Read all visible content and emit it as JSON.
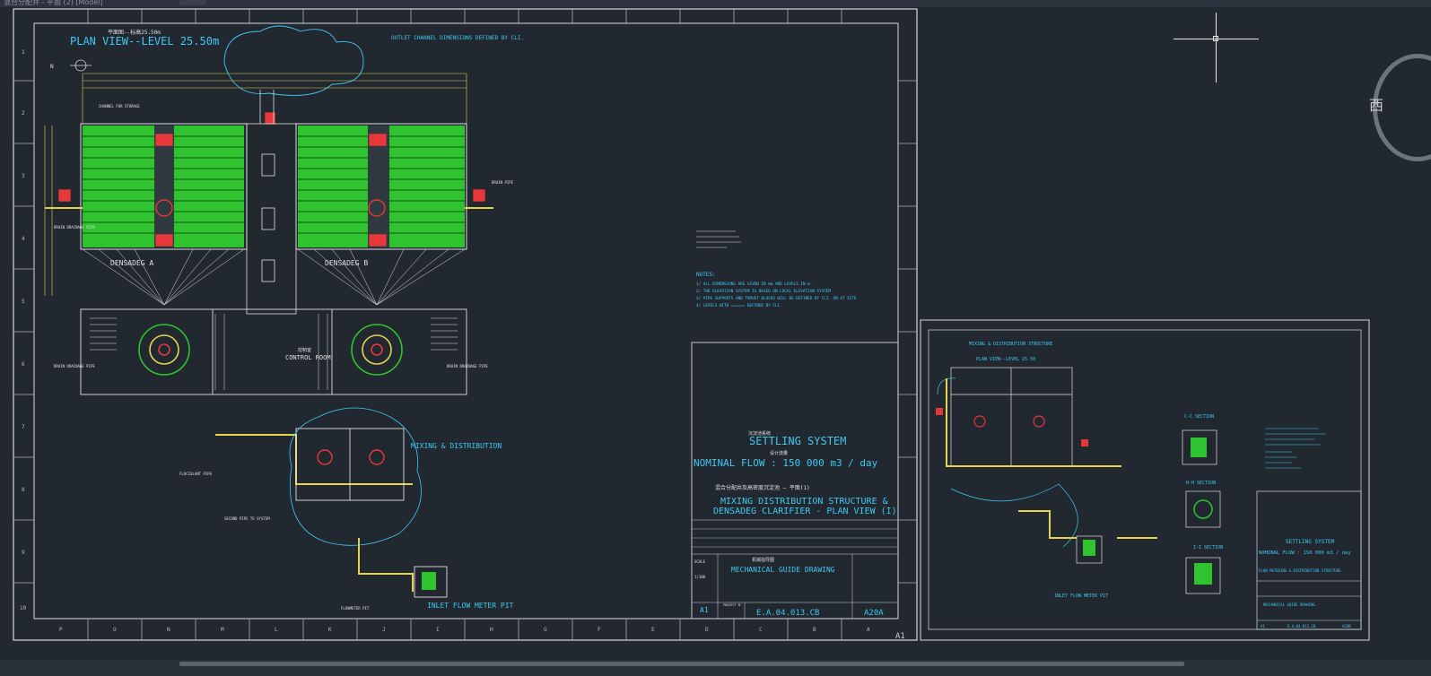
{
  "window": {
    "title": "混合分配井 - 平面 (2) [Model]",
    "viewcube_label": "西"
  },
  "sheet_main": {
    "plan_label": "PLAN VIEW--LEVEL 25.50m",
    "plan_label_cn": "平面图--标高25.50m",
    "outlet_note": "OUTLET CHANNEL DIMENSIONS DEFINED BY CLI.",
    "densadeg_a": "DENSADEG A",
    "densadeg_b": "DENSADEG B",
    "control_room": "CONTROL ROOM",
    "control_room_cn": "控制室",
    "mixing_label": "MIXING & DISTRIBUTION",
    "inlet_label": "INLET FLOW METER PIT",
    "notes_heading": "NOTES:",
    "notes": [
      "1/ ALL DIMENSIONS ARE GIVEN IN mm AND LEVELS IN m.",
      "2/ THE ELEVATION SYSTEM IS BASED ON LOCAL ELEVATION SYSTEM",
      "3/ PIPE SUPPORTS AND THRUST BLOCKS WILL BE DEFINED BY CLI. ON AT SITE",
      "4/ LEVELS WITH ====== DEFINED BY CLI."
    ],
    "title_block": {
      "system_cn": "沉淀池系统",
      "system": "SETTLING SYSTEM",
      "flow_cn": "设计流量",
      "flow": "NOMINAL FLOW :    150 000 m3 / day",
      "drawing_cn": "混合分配井及高密度沉淀池 — 平面(1)",
      "drawing_line1": "MIXING DISTRIBUTION STRUCTURE &",
      "drawing_line2": "DENSADEG CLARIFIER - PLAN VIEW (I)",
      "guide_cn": "机械指导图",
      "guide": "MECHANICAL GUIDE DRAWING",
      "size": "A1",
      "number": "E.A.04.013.CB",
      "revision": "A20A",
      "scale_label": "SCALE",
      "scale": "1/100",
      "project_label": "PROJECT N°"
    },
    "corner_label": "A1",
    "border_letters_bottom": [
      "P",
      "O",
      "N",
      "M",
      "L",
      "K",
      "J",
      "I",
      "H",
      "G",
      "F",
      "E",
      "D",
      "C",
      "B",
      "A"
    ],
    "border_numbers_left": [
      "1",
      "2",
      "3",
      "4",
      "5",
      "6",
      "7",
      "8",
      "9",
      "10"
    ]
  },
  "sheet_small": {
    "mixing_label": "MIXING & DISTRIBUTION STRUCTURE",
    "plan_label": "PLAN VIEW--LEVEL 25.50",
    "section_cc": "C-C SECTION",
    "section_hh": "H-H SECTION",
    "section_ii": "I-I SECTION",
    "inlet_label": "INLET FLOW METER PIT",
    "system": "SETTLING SYSTEM",
    "flow": "NOMINAL FLOW :    150 000 m3 / day",
    "drawing": "FLOW METERING & DISTRIBUTION STRUCTURE",
    "guide": "MECHANICAL GUIDE DRAWING",
    "size": "A1",
    "number": "E.A.04.013.CB",
    "revision": "A20B"
  }
}
